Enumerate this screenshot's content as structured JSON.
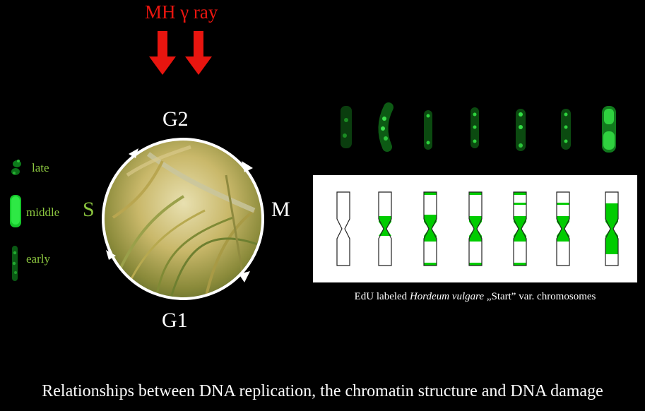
{
  "treatment_label": "MH γ ray",
  "cell_cycle": {
    "phases": {
      "g2": "G2",
      "m": "M",
      "g1": "G1",
      "s": "S"
    }
  },
  "legend": {
    "items": [
      {
        "label": "late"
      },
      {
        "label": "middle"
      },
      {
        "label": "early"
      }
    ]
  },
  "schematic": {
    "chromosome_count": 7,
    "label_color": "#00cc00"
  },
  "caption": {
    "pre": "EdU labeled ",
    "species": "Hordeum vulgare",
    "post": " „Start” var. chromosomes"
  },
  "footer": "Relationships between DNA replication, the chromatin structure and DNA damage",
  "colors": {
    "accent_red": "#e8150f",
    "label_green": "#8cc63f",
    "edu_green": "#00cc00"
  }
}
